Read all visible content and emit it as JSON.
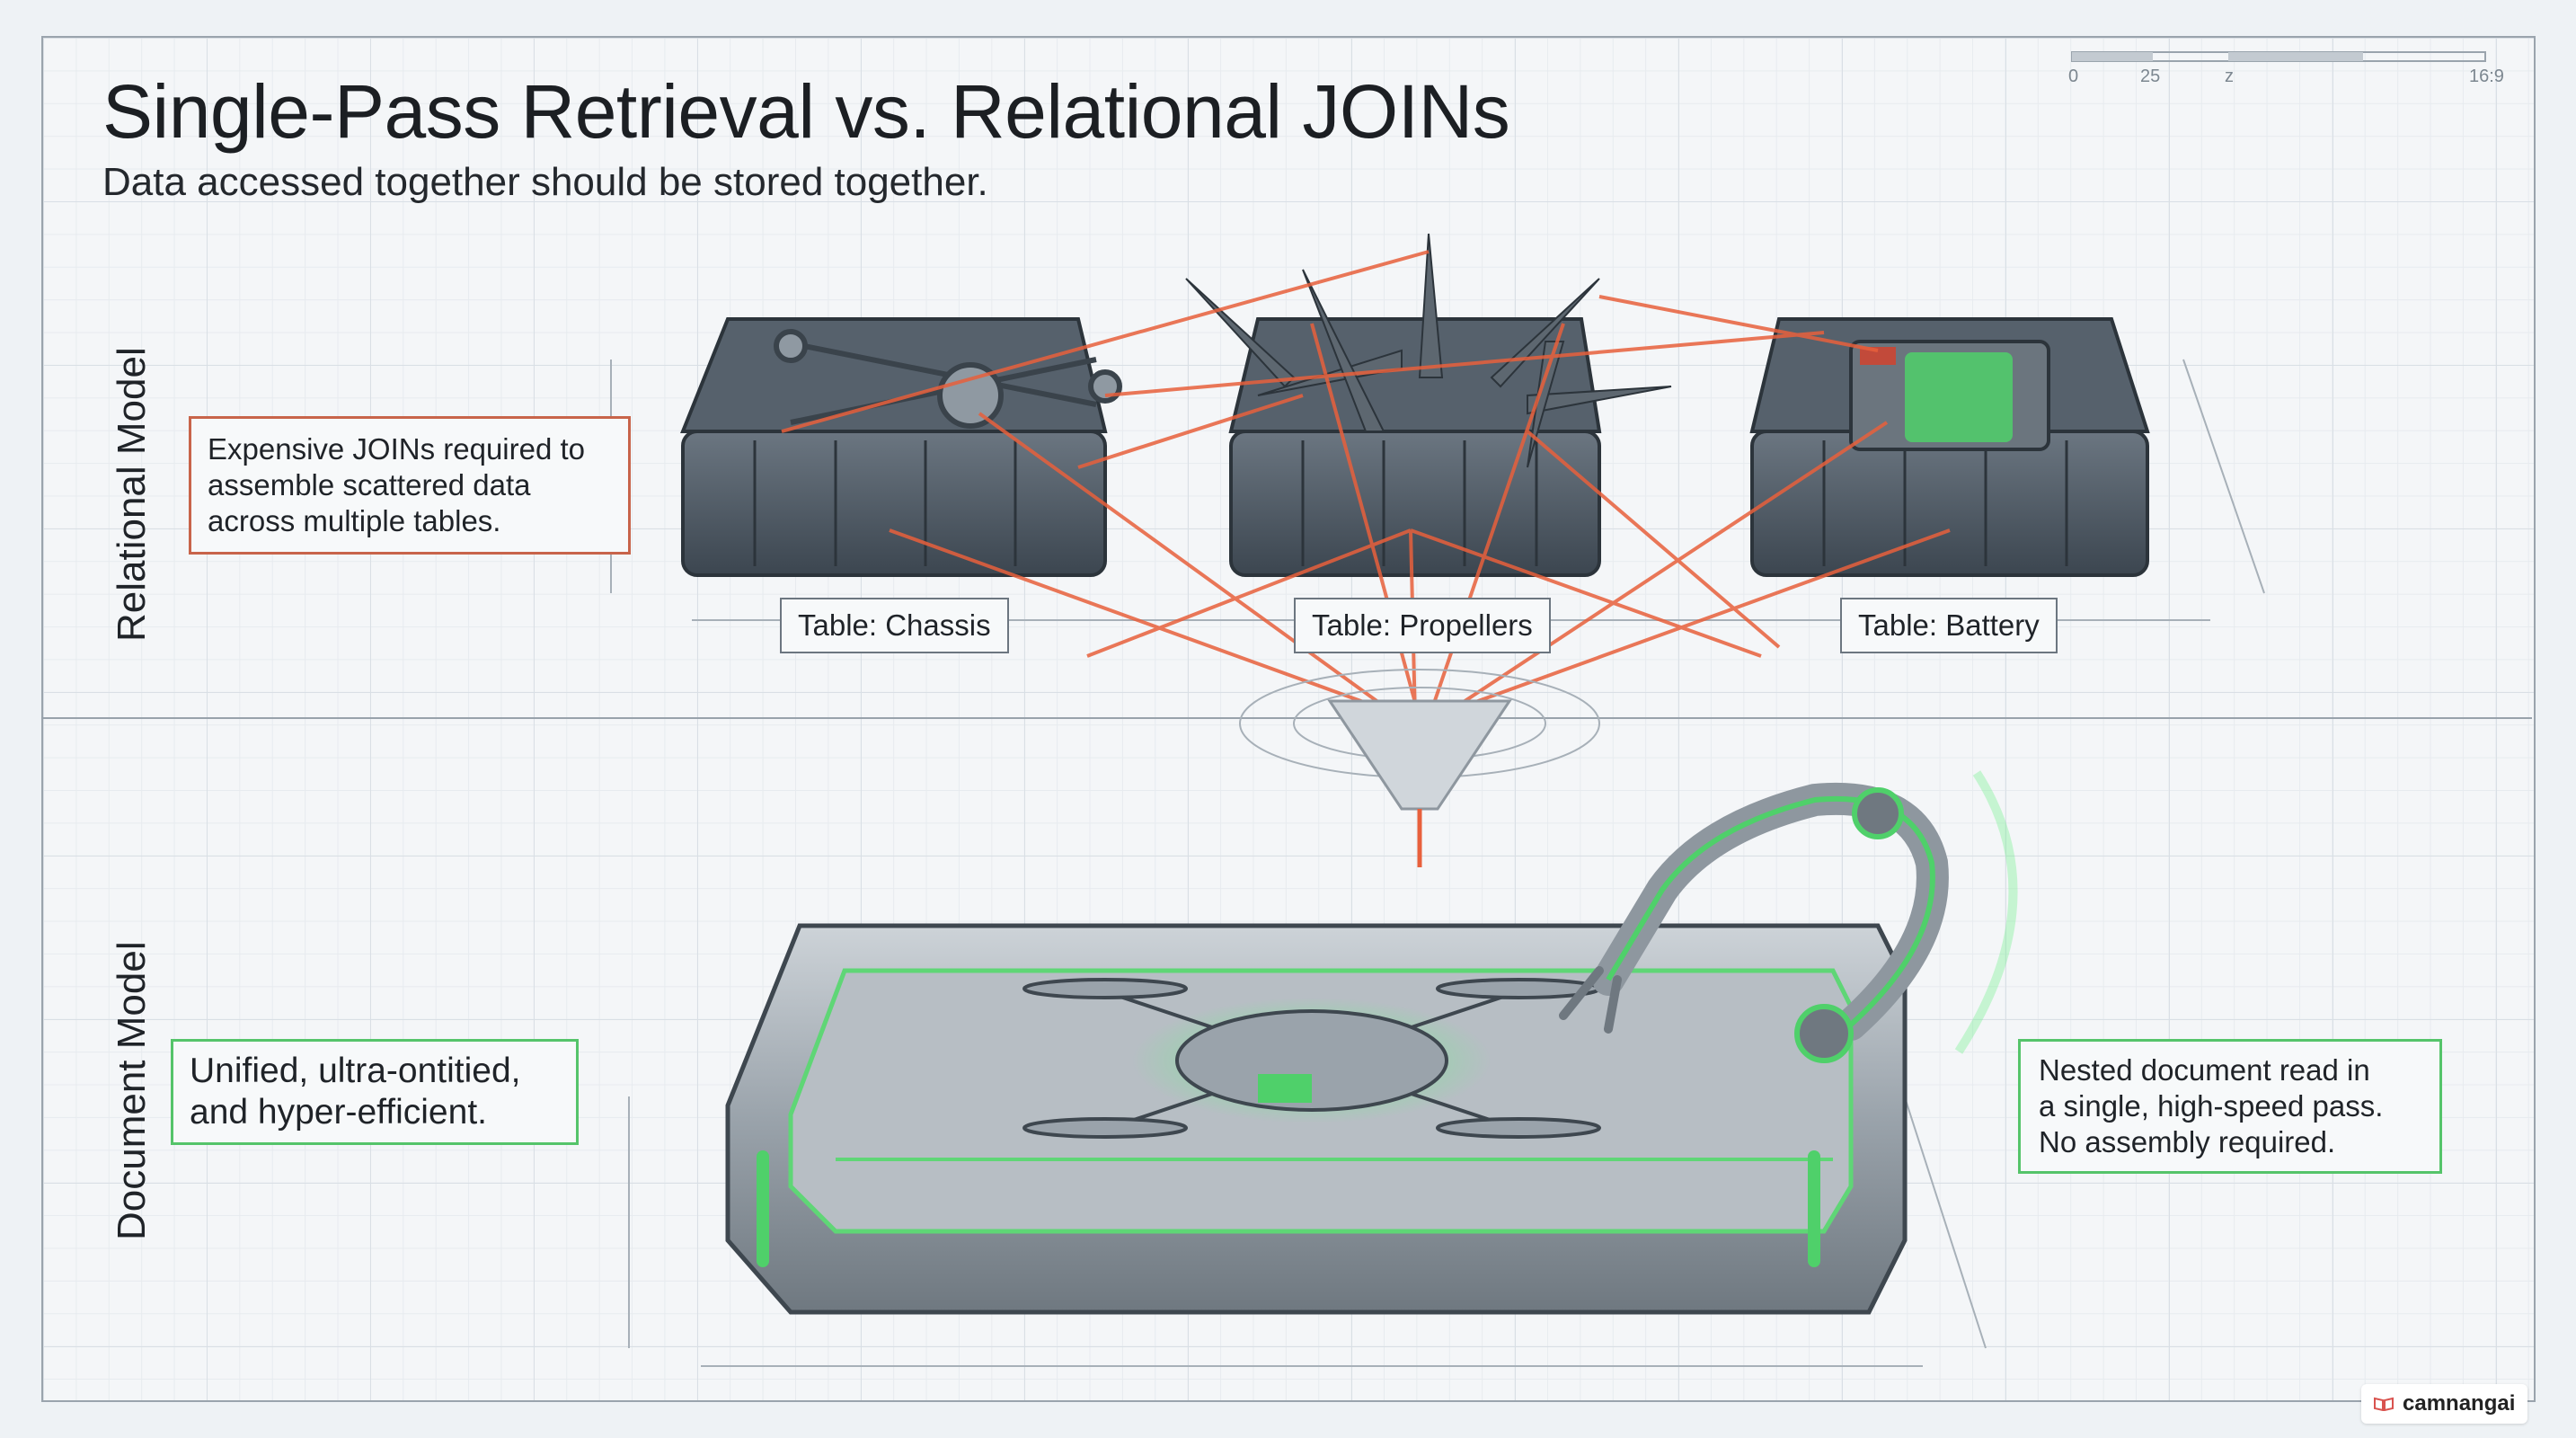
{
  "header": {
    "title": "Single-Pass Retrieval vs. Relational JOINs",
    "subtitle": "Data accessed together should be stored together."
  },
  "ruler": {
    "ticks": [
      "0",
      "25",
      "z",
      "16:9"
    ]
  },
  "relational": {
    "section_label": "Relational Model",
    "callout": [
      "Expensive JOINs required to",
      "assemble scattered data",
      "across multiple tables."
    ],
    "tables": [
      "Table: Chassis",
      "Table: Propellers",
      "Table: Battery"
    ]
  },
  "document": {
    "section_label": "Document Model",
    "callout_left": [
      "Unified, ultra-ontitied,",
      "and hyper-efficient."
    ],
    "callout_right": [
      "Nested document read in",
      "a single, high-speed pass.",
      "No assembly required."
    ]
  },
  "watermark": {
    "text": "camnangai"
  },
  "colors": {
    "join_line": "#e8603c",
    "highlight_green": "#4fd06a",
    "metal": "#4a5560",
    "grid": "#d9dfe5"
  }
}
